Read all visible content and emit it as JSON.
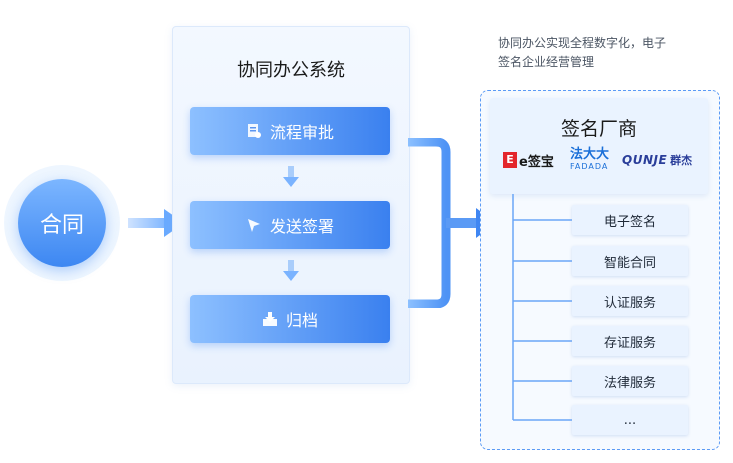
{
  "contract": {
    "label": "合同"
  },
  "center": {
    "title": "协同办公系统",
    "steps": [
      {
        "label": "流程审批",
        "icon": "approval-doc-icon"
      },
      {
        "label": "发送签署",
        "icon": "send-cursor-icon"
      },
      {
        "label": "归档",
        "icon": "archive-tray-icon"
      }
    ]
  },
  "note": {
    "line1": "协同办公实现全程数字化，电子",
    "line2": "签名企业经营管理"
  },
  "vendor": {
    "title": "签名厂商",
    "logos": [
      {
        "name": "esign-logo",
        "text": "e签宝"
      },
      {
        "name": "fadada-logo",
        "text": "法大大",
        "sub": "FADADA"
      },
      {
        "name": "qunje-logo",
        "text": "QUNJE",
        "cn": "群杰"
      }
    ]
  },
  "services": [
    "电子签名",
    "智能合同",
    "认证服务",
    "存证服务",
    "法律服务",
    "..."
  ],
  "colors": {
    "primary": "#3a80ef",
    "light": "#8dc0ff",
    "panel_bg": "#eef5ff",
    "esign_red": "#e3262c",
    "fadada_blue": "#1a6fd8",
    "qunje_blue": "#2a3e9a"
  }
}
